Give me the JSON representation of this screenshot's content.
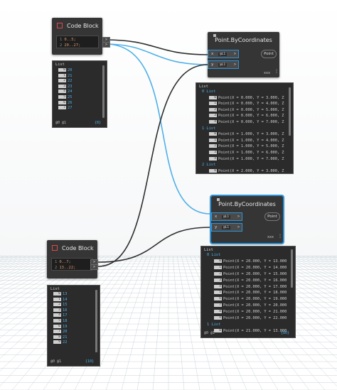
{
  "cb1": {
    "title": "Code Block",
    "lines": [
      {
        "no": "1",
        "text": "0..5;"
      },
      {
        "no": "2",
        "text": "20..27;"
      }
    ],
    "out_port": ">",
    "preview": {
      "header": "List",
      "items": [
        [
          "0",
          "20"
        ],
        [
          "1",
          "21"
        ],
        [
          "2",
          "22"
        ],
        [
          "3",
          "23"
        ],
        [
          "4",
          "24"
        ],
        [
          "5",
          "25"
        ],
        [
          "6",
          "26"
        ],
        [
          "7",
          "27"
        ]
      ],
      "footer": "@0 @1",
      "count": "{8}"
    }
  },
  "cb2": {
    "title": "Code Block",
    "lines": [
      {
        "no": "1",
        "text": "0..7;"
      },
      {
        "no": "2",
        "text": "13..22;"
      }
    ],
    "out_port": ">",
    "preview": {
      "header": "List",
      "items": [
        [
          "0",
          "13"
        ],
        [
          "1",
          "14"
        ],
        [
          "2",
          "15"
        ],
        [
          "3",
          "16"
        ],
        [
          "4",
          "17"
        ],
        [
          "5",
          "18"
        ],
        [
          "6",
          "19"
        ],
        [
          "7",
          "20"
        ],
        [
          "8",
          "21"
        ],
        [
          "9",
          "22"
        ]
      ],
      "footer": "@0 @1",
      "count": "{10}"
    }
  },
  "pt1": {
    "title": "Point.ByCoordinates",
    "inputs": [
      {
        "name": "x",
        "tag": "@L1",
        "arrow": ">"
      },
      {
        "name": "y",
        "tag": "@L1",
        "arrow": ">"
      }
    ],
    "output": "Point",
    "lacing": "xxx",
    "preview": {
      "header": "List",
      "groups": [
        {
          "label": "0 List",
          "rows": [
            [
              "0",
              "Point(X = 0.000, Y = 3.000, Z"
            ],
            [
              "1",
              "Point(X = 0.000, Y = 4.000, Z"
            ],
            [
              "2",
              "Point(X = 0.000, Y = 5.000, Z"
            ],
            [
              "3",
              "Point(X = 0.000, Y = 6.000, Z"
            ],
            [
              "4",
              "Point(X = 0.000, Y = 7.000, Z"
            ]
          ]
        },
        {
          "label": "1 List",
          "rows": [
            [
              "0",
              "Point(X = 1.000, Y = 3.000, Z"
            ],
            [
              "1",
              "Point(X = 1.000, Y = 4.000, Z"
            ],
            [
              "2",
              "Point(X = 1.000, Y = 5.000, Z"
            ],
            [
              "3",
              "Point(X = 1.000, Y = 6.000, Z"
            ],
            [
              "4",
              "Point(X = 1.000, Y = 7.000, Z"
            ]
          ]
        },
        {
          "label": "2 List",
          "rows": [
            [
              "0",
              "Point(X = 2.000, Y = 3.000, Z"
            ]
          ]
        }
      ]
    }
  },
  "pt2": {
    "title": "Point.ByCoordinates",
    "inputs": [
      {
        "name": "x",
        "tag": "@L1",
        "arrow": ">"
      },
      {
        "name": "y",
        "tag": "@L1",
        "arrow": ">"
      }
    ],
    "output": "Point",
    "lacing": "xxx",
    "preview": {
      "header": "List",
      "groups": [
        {
          "label": "0 List",
          "rows": [
            [
              "0",
              "Point(X = 20.000, Y = 13.000"
            ],
            [
              "1",
              "Point(X = 20.000, Y = 14.000"
            ],
            [
              "2",
              "Point(X = 20.000, Y = 15.000"
            ],
            [
              "3",
              "Point(X = 20.000, Y = 16.000"
            ],
            [
              "4",
              "Point(X = 20.000, Y = 17.000"
            ],
            [
              "5",
              "Point(X = 20.000, Y = 18.000"
            ],
            [
              "6",
              "Point(X = 20.000, Y = 19.000"
            ],
            [
              "7",
              "Point(X = 20.000, Y = 20.000"
            ],
            [
              "8",
              "Point(X = 20.000, Y = 21.000"
            ],
            [
              "9",
              "Point(X = 20.000, Y = 22.000"
            ]
          ]
        },
        {
          "label": "1 List",
          "rows": [
            [
              "0",
              "Point(X = 21.000, Y = 13.000"
            ]
          ]
        }
      ],
      "footer": "@0 @1",
      "count": "{80}"
    }
  },
  "colors": {
    "wire_blue": "#4fb0e8",
    "wire_dark": "#2e2e2e",
    "selection": "#2f93d6"
  }
}
